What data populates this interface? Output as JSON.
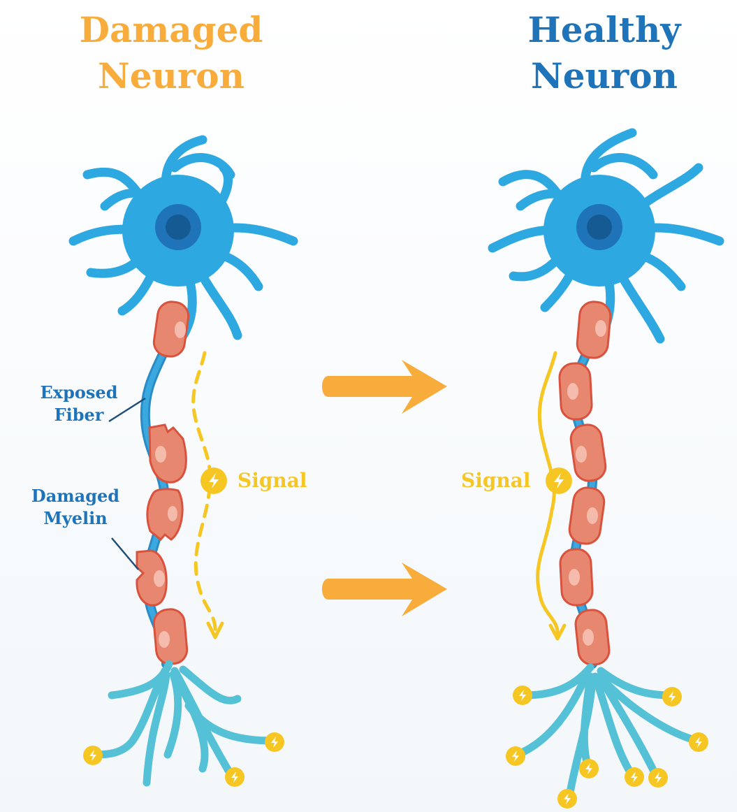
{
  "damaged": {
    "title_line1": "Damaged",
    "title_line2": "Neuron",
    "label_exposed_line1": "Exposed",
    "label_exposed_line2": "Fiber",
    "label_myelin_line1": "Damaged",
    "label_myelin_line2": "Myelin",
    "signal_label": "Signal"
  },
  "healthy": {
    "title_line1": "Healthy",
    "title_line2": "Neuron",
    "signal_label": "Signal"
  },
  "colors": {
    "damaged_title": "#f8ac3c",
    "healthy_title": "#1f73b9",
    "neuron_body": "#2ea8e0",
    "nucleus": "#1f73b9",
    "myelin_fill": "#e8876f",
    "myelin_stroke": "#d9523e",
    "axon_terminal": "#55c1d6",
    "signal": "#f6c623",
    "arrow": "#f8ac3c"
  },
  "icons": [
    "neuron-body-icon",
    "lightning-bolt-icon",
    "right-arrow-icon"
  ]
}
